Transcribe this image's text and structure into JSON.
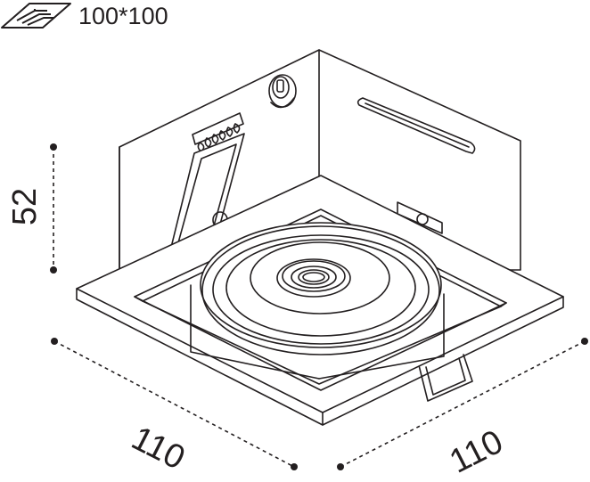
{
  "cutout": {
    "icon": "cutout-hole-icon",
    "label": "100*100"
  },
  "dimensions": {
    "height": "52",
    "width_left": "110",
    "width_right": "110"
  },
  "colors": {
    "line": "#231f20",
    "background": "#ffffff"
  }
}
